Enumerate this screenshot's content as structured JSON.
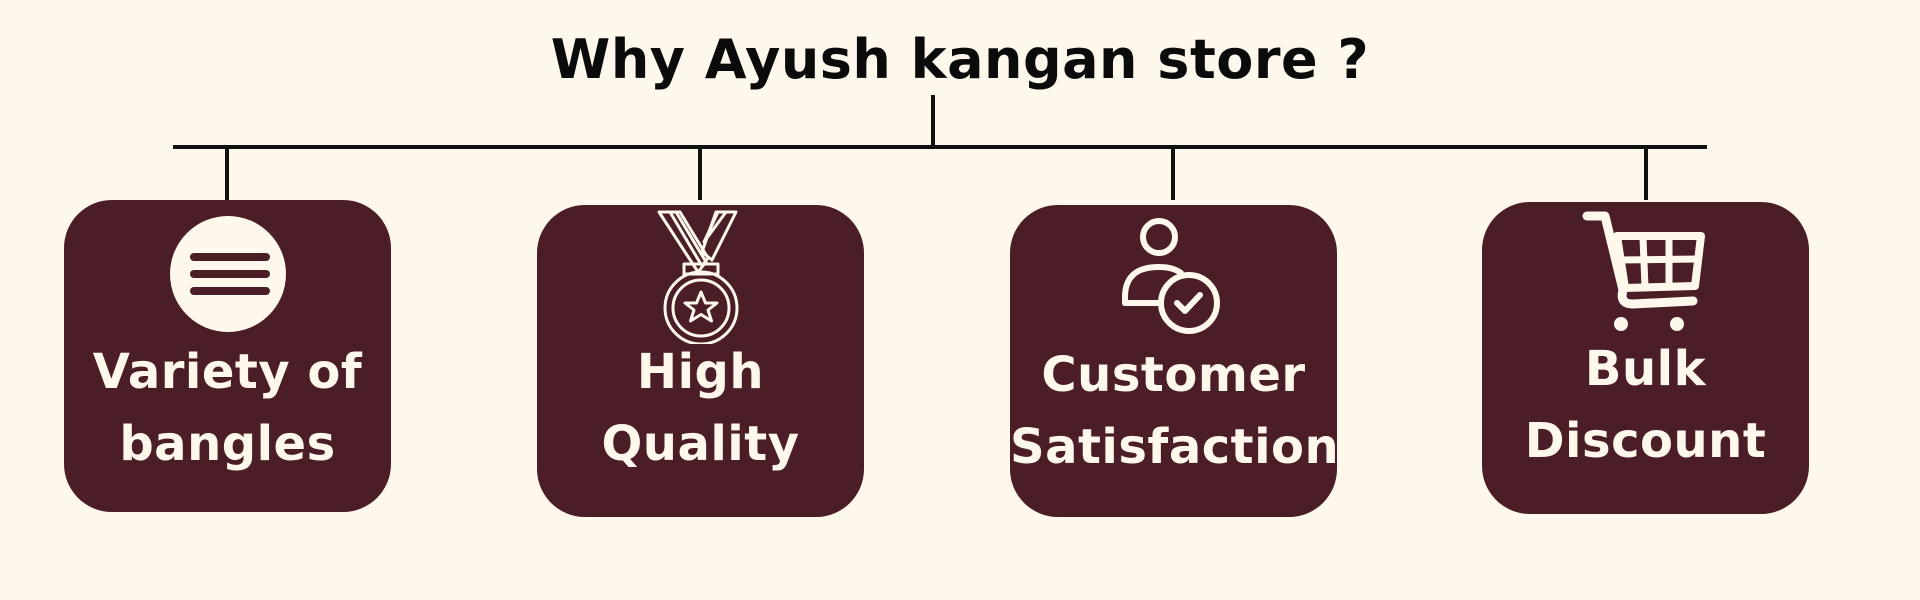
{
  "title": "Why Ayush kangan store ?",
  "colors": {
    "background": "#fef7ec",
    "card": "#4b1e27",
    "card_text": "#fef7ec",
    "connector": "#111111",
    "title_text": "#0b0b0b"
  },
  "cards": [
    {
      "icon": "bangles-stack-icon",
      "label_line1": "Variety of",
      "label_line2": "bangles"
    },
    {
      "icon": "medal-star-icon",
      "label_line1": "High",
      "label_line2": "Quality"
    },
    {
      "icon": "user-check-icon",
      "label_line1": "Customer",
      "label_line2": "Satisfaction"
    },
    {
      "icon": "shopping-cart-icon",
      "label_line1": "Bulk",
      "label_line2": "Discount"
    }
  ]
}
